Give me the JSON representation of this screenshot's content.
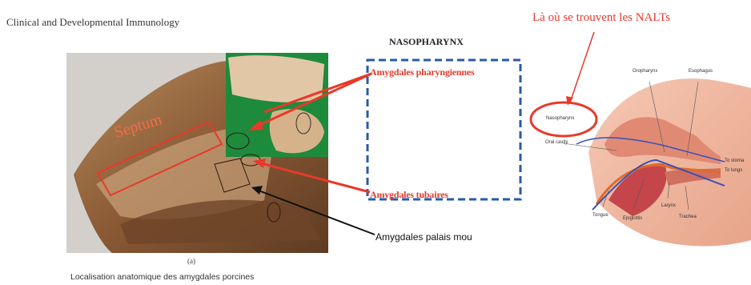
{
  "journal_header": "Clinical and Developmental Immunology",
  "nalt_title": "Là où se trouvent les NALTs",
  "left_panel": {
    "septum_label": "Septum",
    "nasopharynx_heading": "NASOPHARYNX",
    "amygdales_pharyngiennes": "Amygdales pharyngiennes",
    "amygdales_tubaires": "Amygdales tubaires",
    "amygdales_palais_mou": "Amygdales palais mou",
    "figure_letter": "(a)",
    "caption": "Localisation anatomique des amygdales porcines"
  },
  "right_panel": {
    "oropharynx": "Oropharynx",
    "esophagus": "Esophagus",
    "nasopharynx": "Nasopharynx",
    "oral_cavity": "Oral cavity",
    "to_stomach": "To stoma",
    "to_lungs": "To lungs",
    "tongue": "Tongue",
    "epiglottis": "Epiglottis",
    "larynx": "Larynx",
    "trachea": "Trachea"
  },
  "colors": {
    "highlight_red": "#e8392a",
    "dashed_blue": "#2a5aa8",
    "green_inset": "#1e8a3c",
    "tissue_brown": "#8a5a35"
  }
}
